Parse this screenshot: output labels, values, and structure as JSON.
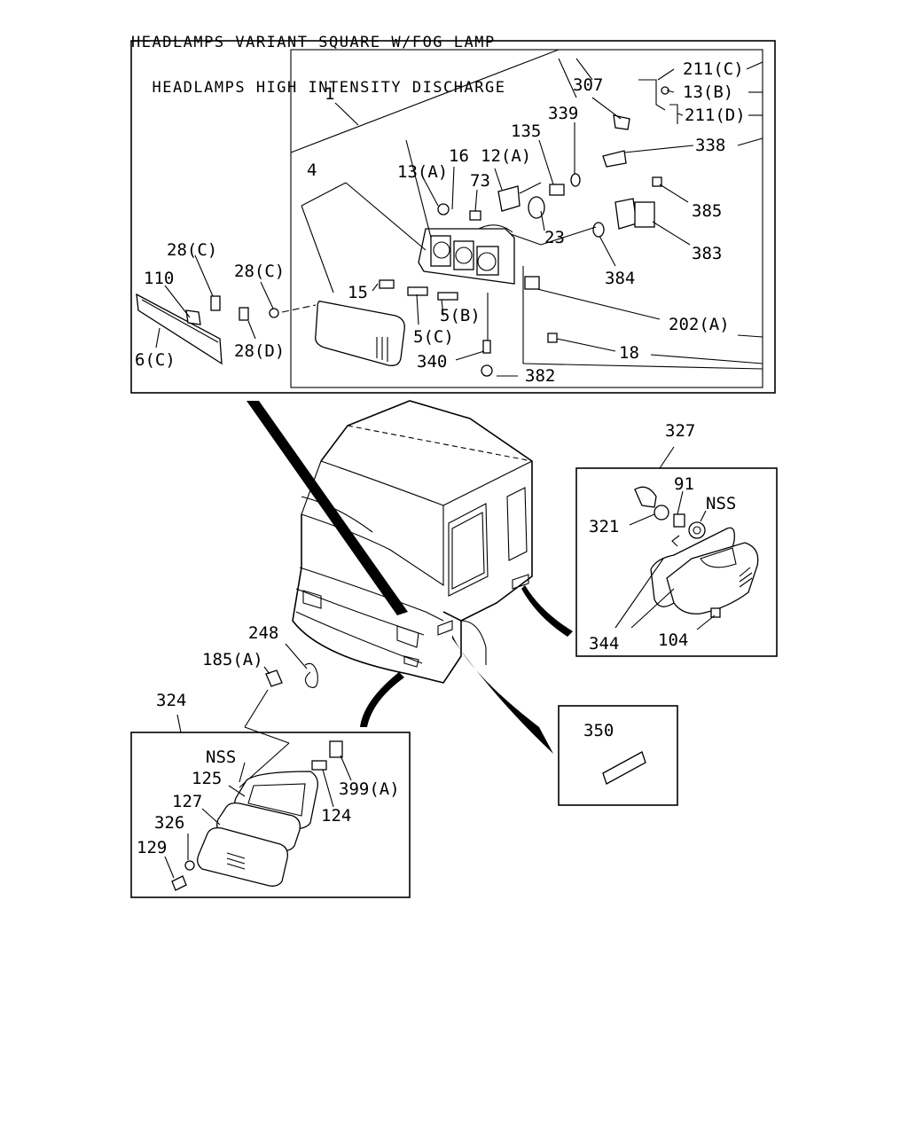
{
  "title": {
    "line1": "HEADLAMPS VARIANT SQUARE W/FOG LAMP",
    "line2": "  HEADLAMPS HIGH INTENSITY DISCHARGE"
  },
  "headlamp_box": {
    "callouts": [
      "1",
      "4",
      "13(A)",
      "16",
      "12(A)",
      "73",
      "135",
      "339",
      "307",
      "211(C)",
      "13(B)",
      "211(D)",
      "338",
      "385",
      "383",
      "23",
      "384",
      "28(C)",
      "110",
      "28(C)",
      "15",
      "5(B)",
      "5(C)",
      "6(C)",
      "28(D)",
      "340",
      "382",
      "18",
      "202(A)"
    ]
  },
  "side_lamp_box": {
    "group": "327",
    "callouts": [
      "91",
      "NSS",
      "321",
      "344",
      "104"
    ]
  },
  "plate_box": {
    "callouts": [
      "350"
    ]
  },
  "front_lamp_box": {
    "group": "324",
    "callouts": [
      "NSS",
      "125",
      "127",
      "326",
      "129",
      "124",
      "399(A)"
    ]
  },
  "loose_parts": {
    "callouts": [
      "248",
      "185(A)"
    ]
  }
}
